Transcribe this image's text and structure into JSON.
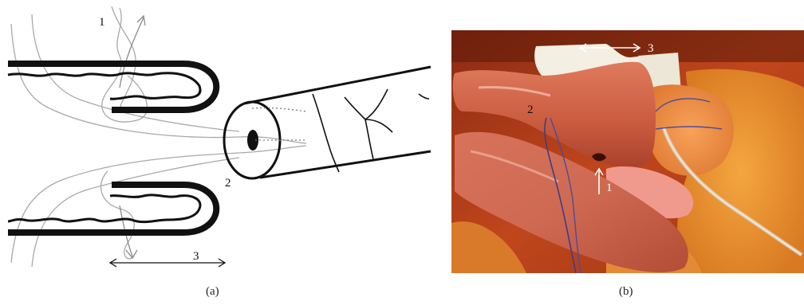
{
  "panel_a": {
    "label_1": "1",
    "label_2": "2",
    "label_3": "3",
    "caption": "(a)"
  },
  "panel_b": {
    "label_1": "1",
    "label_2": "2",
    "label_3": "3",
    "caption": "(b)"
  }
}
